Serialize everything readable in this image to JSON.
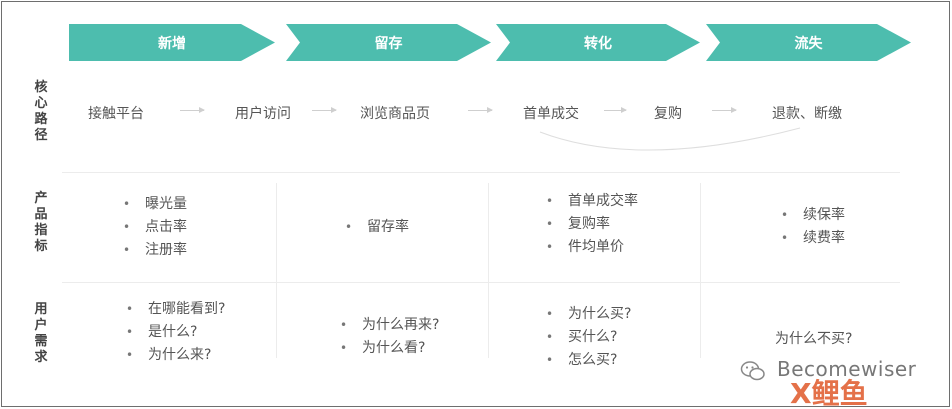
{
  "stages": [
    "新增",
    "留存",
    "转化",
    "流失"
  ],
  "row_labels": {
    "core_path": [
      "核",
      "心",
      "路",
      "径"
    ],
    "product_metrics": [
      "产",
      "品",
      "指",
      "标"
    ],
    "user_needs": [
      "用",
      "户",
      "需",
      "求"
    ]
  },
  "core_path": {
    "steps": [
      "接触平台",
      "用户访问",
      "浏览商品页",
      "首单成交",
      "复购",
      "退款、断缴"
    ]
  },
  "metrics": {
    "acquire": [
      "曝光量",
      "点击率",
      "注册率"
    ],
    "retain": [
      "留存率"
    ],
    "convert": [
      "首单成交率",
      "复购率",
      "件均单价"
    ],
    "churn": [
      "续保率",
      "续费率"
    ]
  },
  "needs": {
    "acquire": [
      "在哪能看到?",
      "是什么?",
      "为什么来?"
    ],
    "retain": [
      "为什么再来?",
      "为什么看?"
    ],
    "convert": [
      "为什么买?",
      "买什么?",
      "怎么买?"
    ],
    "churn": "为什么不买?"
  },
  "watermark": {
    "text": "Becomewiser",
    "brand": "X鲤鱼"
  },
  "colors": {
    "stage": "#4dbdae"
  }
}
